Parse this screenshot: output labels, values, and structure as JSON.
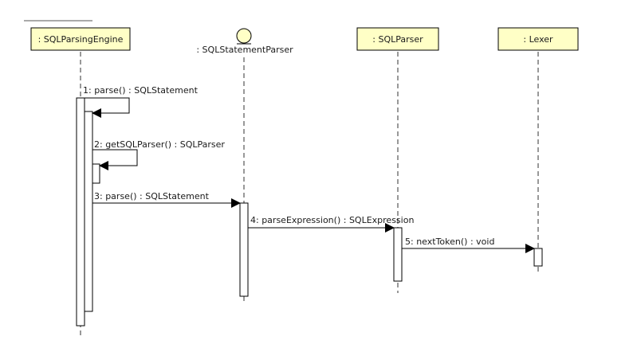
{
  "participants": [
    {
      "id": "engine",
      "label": ": SQLParsingEngine",
      "kind": "box"
    },
    {
      "id": "stmt",
      "label": ": SQLStatementParser",
      "kind": "entity"
    },
    {
      "id": "parser",
      "label": ": SQLParser",
      "kind": "box"
    },
    {
      "id": "lexer",
      "label": ": Lexer",
      "kind": "box"
    }
  ],
  "messages": [
    {
      "seq": 1,
      "label": "1: parse() : SQLStatement"
    },
    {
      "seq": 2,
      "label": "2: getSQLParser() : SQLParser"
    },
    {
      "seq": 3,
      "label": "3: parse() : SQLStatement"
    },
    {
      "seq": 4,
      "label": "4: parseExpression() : SQLExpression"
    },
    {
      "seq": 5,
      "label": "5: nextToken() : void"
    }
  ],
  "colors": {
    "participant_fill": "#ffffc6",
    "participant_stroke": "#000000",
    "lifeline": "#333333",
    "activation_fill": "#ffffff"
  }
}
